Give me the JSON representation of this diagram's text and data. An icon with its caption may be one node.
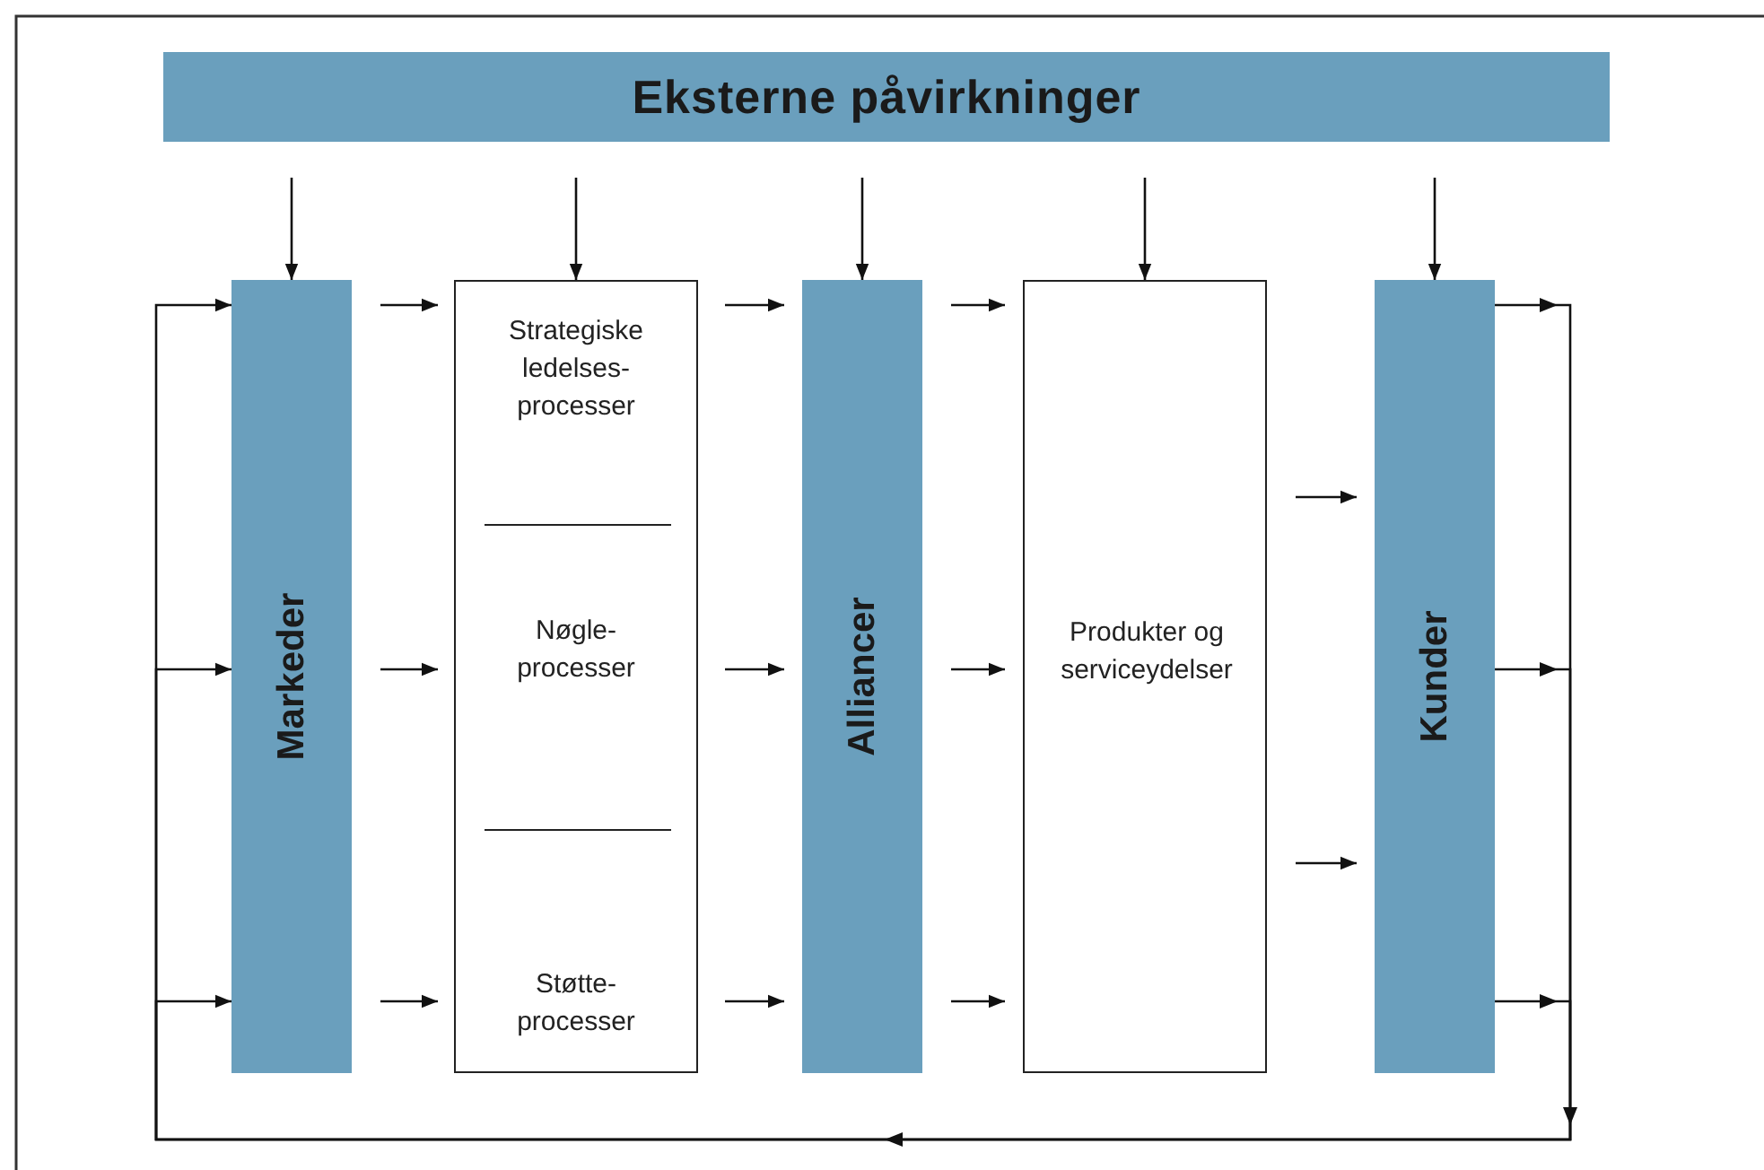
{
  "diagram": {
    "nodes": [
      {
        "text": [
          "Eksterne påvirkninger"
        ]
      },
      {
        "text": [
          "Markeder"
        ]
      },
      {
        "text": [],
        "shape": "box"
      },
      {
        "text": [
          "Strategiske ledelses-processer"
        ],
        "in": 2
      },
      {
        "text": [
          "Nøgle-processer"
        ],
        "in": 2
      },
      {
        "text": [
          "Støtte-processer"
        ],
        "in": 2
      },
      {
        "text": [
          "Alliancer"
        ]
      },
      {
        "text": [
          "Produkter og serviceydelser"
        ]
      },
      {
        "text": [
          "Kunder"
        ]
      }
    ],
    "edges": [
      {
        "from": 0,
        "to": 1,
        "arrow": "to"
      },
      {
        "from": 0,
        "to": 2,
        "arrow": "to"
      },
      {
        "from": 0,
        "to": 6,
        "arrow": "to"
      },
      {
        "from": 0,
        "to": 7,
        "arrow": "to"
      },
      {
        "from": 0,
        "to": 8,
        "arrow": "to"
      },
      {
        "from": 1,
        "to": 3,
        "arrow": "to"
      },
      {
        "from": 1,
        "to": 4,
        "arrow": "to"
      },
      {
        "from": 1,
        "to": 5,
        "arrow": "to"
      },
      {
        "from": 3,
        "to": 6,
        "arrow": "to"
      },
      {
        "from": 4,
        "to": 6,
        "arrow": "to"
      },
      {
        "from": 5,
        "to": 6,
        "arrow": "to"
      },
      {
        "from": 6,
        "to": 7,
        "arrow": "to"
      },
      {
        "from": 6,
        "to": 7,
        "arrow": "to"
      },
      {
        "from": 6,
        "to": 7,
        "arrow": "to"
      },
      {
        "from": 7,
        "to": 8,
        "arrow": "to"
      },
      {
        "from": 7,
        "to": 8,
        "arrow": "to"
      },
      {
        "from": 8,
        "to": 1,
        "arrow": "to"
      },
      {
        "from": 8,
        "to": 1,
        "arrow": "to"
      },
      {
        "from": 8,
        "to": 1,
        "arrow": "to"
      }
    ]
  }
}
